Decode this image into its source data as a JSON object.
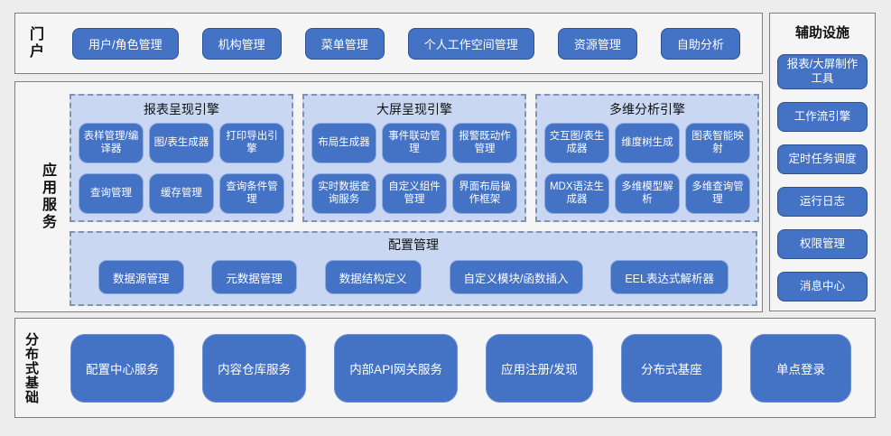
{
  "colors": {
    "accent": "#4472c4",
    "accent_border": "#2f528f",
    "panel_fill": "#c9d7f2",
    "panel_border": "#7f94b0",
    "section_bg": "#f5f5f5",
    "page_bg": "#ededed"
  },
  "portal": {
    "label": "门户",
    "buttons": [
      "用户/角色管理",
      "机构管理",
      "菜单管理",
      "个人工作空间管理",
      "资源管理",
      "自助分析"
    ]
  },
  "app_services": {
    "label": "应用服务",
    "engines": [
      {
        "title": "报表呈现引擎",
        "buttons": [
          "表样管理/编译器",
          "图/表生成器",
          "打印导出引擎",
          "查询管理",
          "缓存管理",
          "查询条件管理"
        ]
      },
      {
        "title": "大屏呈现引擎",
        "buttons": [
          "布局生成器",
          "事件联动管理",
          "报警既动作管理",
          "实时数据查询服务",
          "自定义组件管理",
          "界面布局操作框架"
        ]
      },
      {
        "title": "多维分析引擎",
        "buttons": [
          "交互图/表生成器",
          "维度树生成",
          "图表智能映射",
          "MDX语法生成器",
          "多维模型解析",
          "多维查询管理"
        ]
      }
    ],
    "config": {
      "title": "配置管理",
      "buttons": [
        "数据源管理",
        "元数据管理",
        "数据结构定义",
        "自定义模块/函数插入",
        "EEL表达式解析器"
      ]
    }
  },
  "auxiliary": {
    "title": "辅助设施",
    "buttons": [
      "报表/大屏制作工具",
      "工作流引擎",
      "定时任务调度",
      "运行日志",
      "权限管理",
      "消息中心"
    ]
  },
  "distributed": {
    "label": "分布式基础",
    "buttons": [
      "配置中心服务",
      "内容仓库服务",
      "内部API网关服务",
      "应用注册/发现",
      "分布式基座",
      "单点登录"
    ]
  }
}
